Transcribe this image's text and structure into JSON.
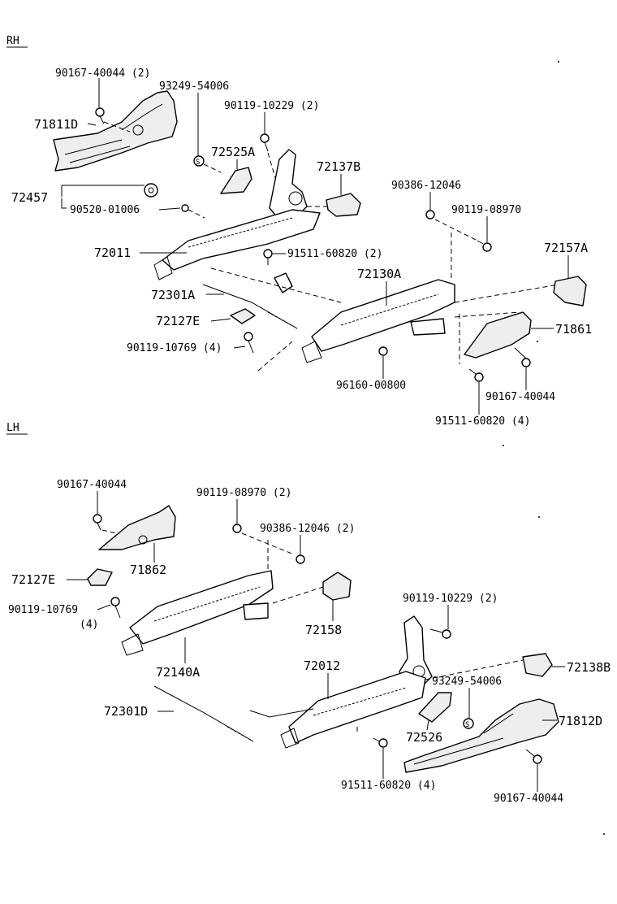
{
  "sections": {
    "rh": "RH",
    "lh": "LH"
  },
  "rh_labels": [
    "90167-40044 (2)",
    "93249-54006",
    "90119-10229 (2)",
    "71811D",
    "72525A",
    "72137B",
    "72457",
    "90520-01006",
    "90386-12046",
    "90119-08970",
    "72011",
    "91511-60820 (2)",
    "72157A",
    "72130A",
    "72301A",
    "72127E",
    "71861",
    "90119-10769 (4)",
    "96160-00800",
    "90167-40044",
    "91511-60820 (4)"
  ],
  "lh_labels": [
    "90167-40044",
    "90119-08970 (2)",
    "90386-12046 (2)",
    "71862",
    "72127E",
    "90119-10769",
    "(4)",
    "72158",
    "90119-10229 (2)",
    "72140A",
    "72012",
    "93249-54006",
    "72138B",
    "72301D",
    "72526",
    "71812D",
    "91511-60820 (4)",
    "90167-40044"
  ]
}
